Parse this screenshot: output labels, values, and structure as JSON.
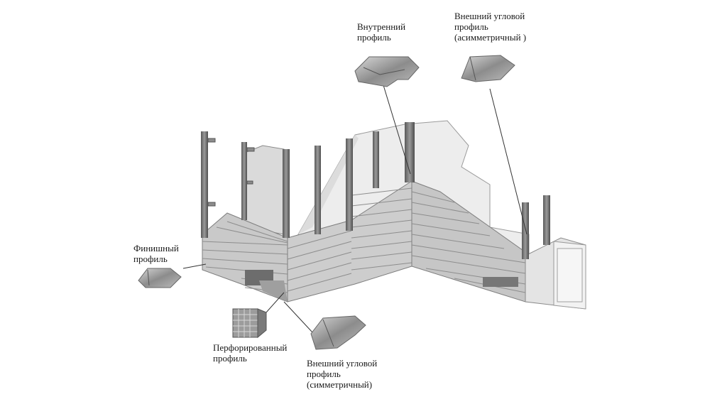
{
  "labels": {
    "inner_profile": [
      "Внутренний",
      "профиль"
    ],
    "outer_corner_asym": [
      "Внешний угловой",
      "профиль",
      "(асимметричный )"
    ],
    "finish_profile": [
      "Финишный",
      "профиль"
    ],
    "perforated_profile": [
      "Перфорированный",
      "профиль"
    ],
    "outer_corner_sym": [
      "Внешний угловой",
      "профиль",
      "(симметричный)"
    ]
  },
  "colors": {
    "siding": "#c9c9c9",
    "siding_line": "#8d8d8d",
    "wall": "#e9e9e9",
    "post": "#7a7a7a",
    "profile": "#9a9a9a"
  }
}
